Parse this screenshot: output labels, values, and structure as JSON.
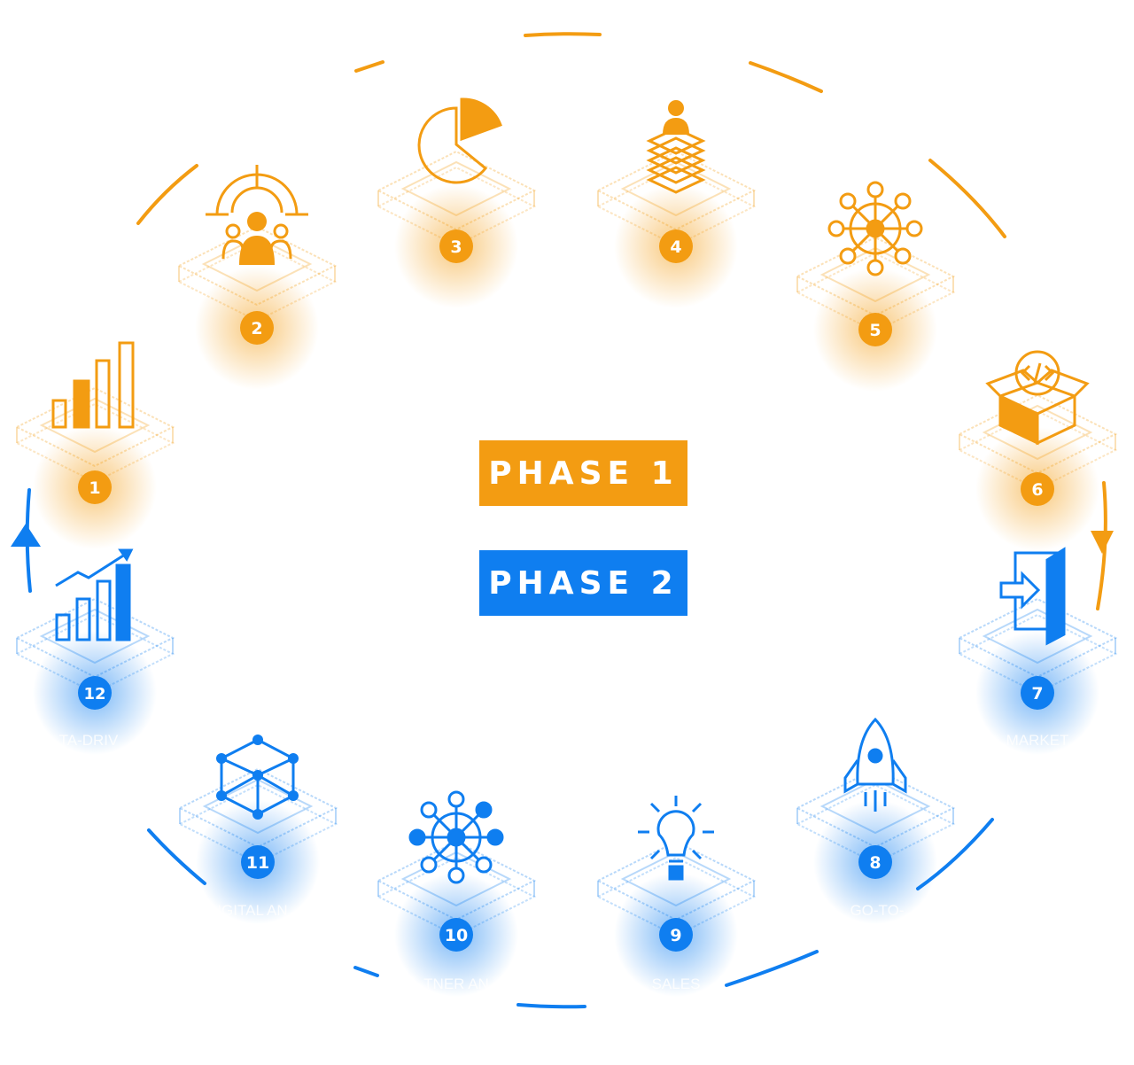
{
  "colors": {
    "phase1": "#F39C12",
    "phase2": "#0F7EF0"
  },
  "badges": {
    "phase1": "PHASE 1",
    "phase2": "PHASE 2"
  },
  "steps": [
    {
      "number": "1",
      "phase": 1,
      "icon": "bar-chart-icon"
    },
    {
      "number": "2",
      "phase": 1,
      "icon": "target-audience-icon"
    },
    {
      "number": "3",
      "phase": 1,
      "icon": "pie-chart-icon"
    },
    {
      "number": "4",
      "phase": 1,
      "icon": "layered-person-icon"
    },
    {
      "number": "5",
      "phase": 1,
      "icon": "network-hub-icon"
    },
    {
      "number": "6",
      "phase": 1,
      "icon": "code-box-icon"
    },
    {
      "number": "7",
      "phase": 2,
      "icon": "door-enter-icon",
      "label": "MARKET"
    },
    {
      "number": "8",
      "phase": 2,
      "icon": "rocket-icon",
      "label": "GO-TO-"
    },
    {
      "number": "9",
      "phase": 2,
      "icon": "lightbulb-icon",
      "label": "SALES"
    },
    {
      "number": "10",
      "phase": 2,
      "icon": "network-hub-icon",
      "label": "TNER AN"
    },
    {
      "number": "11",
      "phase": 2,
      "icon": "cube-network-icon",
      "label": "IGITAL AN"
    },
    {
      "number": "12",
      "phase": 2,
      "icon": "growth-chart-icon",
      "label": "TA-DRIV"
    }
  ]
}
